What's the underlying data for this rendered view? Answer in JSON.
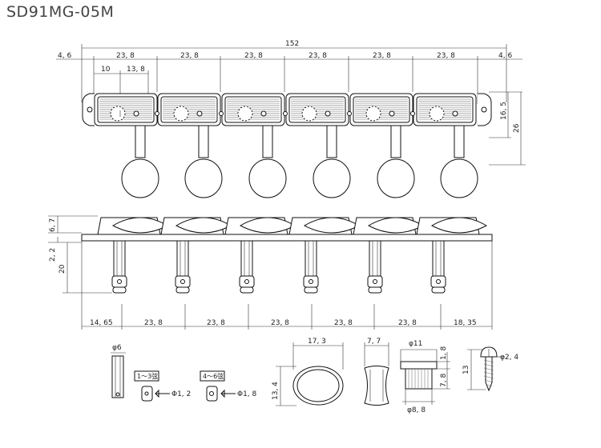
{
  "title": "SD91MG-05M",
  "top_view": {
    "overall_width": "152",
    "end_margin_left": "4, 6",
    "end_margin_right": "4, 6",
    "pitch": [
      "23, 8",
      "23, 8",
      "23, 8",
      "23, 8",
      "23, 8",
      "23, 8"
    ],
    "hole_offset_a": "10",
    "hole_offset_b": "13, 8",
    "height_plate": "16, 5",
    "height_total": "26"
  },
  "side_view": {
    "button_height": "6, 7",
    "plate_thickness": "2, 2",
    "post_length": "20",
    "bottom_dims": [
      "14, 65",
      "23, 8",
      "23, 8",
      "23, 8",
      "23, 8",
      "23, 8",
      "18, 35"
    ]
  },
  "details": {
    "post_diameter": "φ6",
    "string_label_1": "1～3弦",
    "hole_1": "Φ1, 2",
    "string_label_2": "4～6弦",
    "hole_2": "Φ1, 8",
    "button_width": "17, 3",
    "button_height": "13, 4",
    "button_thickness": "7, 7",
    "bushing_top_dia": "φ11",
    "bushing_flange": "1, 8",
    "bushing_height": "7, 8",
    "bushing_bottom_dia": "φ8, 8",
    "screw_length": "13",
    "screw_dia": "φ2, 4"
  }
}
